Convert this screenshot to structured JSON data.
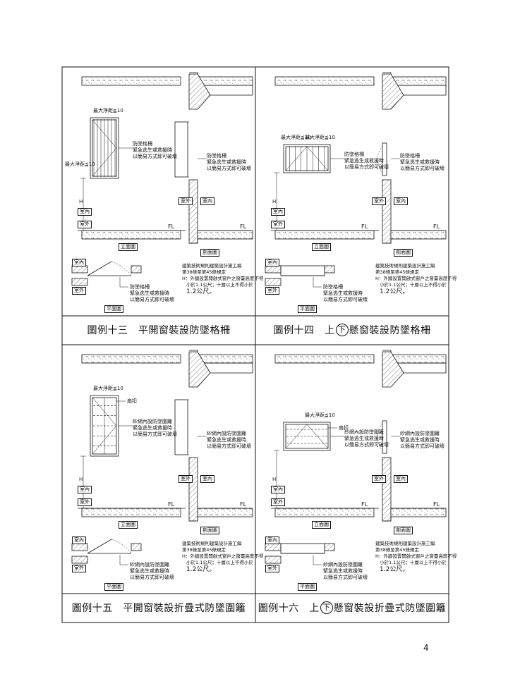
{
  "page_number": "4",
  "panels": [
    {
      "id": "p13",
      "caption_pre": "圖例十三　平開窗裝設防墜格柵",
      "caption_circle": "",
      "caption_post": "",
      "elev_note": "防墜格柵\n緊急逃生或救援時\n以簡易方式即可破壞",
      "sect_note": "防墜格柵\n緊急逃生或救援時\n以簡易方式即可破壞",
      "plan_note": "防墜格柵\n緊急逃生或救援時\n以簡易方式即可破壞",
      "elev_dim_top": "最大淨距≦10",
      "elev_dim_bot": "最大淨距≦10",
      "extra_label": ""
    },
    {
      "id": "p14",
      "caption_pre": "圖例十四　上",
      "caption_circle": "下",
      "caption_post": "懸窗裝設防墜格柵",
      "elev_note": "防墜格柵\n緊急逃生或救援時\n以簡易方式即可破壞",
      "sect_note": "防墜格柵\n緊急逃生或救援時\n以簡易方式即可破壞",
      "plan_note": "防墜格柵\n緊急逃生或救援時\n以簡易方式即可破壞",
      "elev_dim_top": "最大淨距≦10",
      "elev_dim_bot": "最大淨距≦10",
      "extra_label": ""
    },
    {
      "id": "p15",
      "caption_pre": "圖例十五　平開窗裝設折疊式防墜圍籬",
      "caption_circle": "",
      "caption_post": "",
      "elev_note": "紗網內設防墜圍籬\n緊急逃生或救援時\n以簡易方式即可破壞",
      "sect_note": "紗網內設防墜圍籬\n緊急逃生或救援時\n以簡易方式即可破壞",
      "plan_note": "紗網內設防墜圍籬\n緊急逃生或救援時\n以簡易方式即可破壞",
      "elev_dim_top": "最大淨距≦10",
      "elev_dim_bot": "",
      "extra_label": "扇扣"
    },
    {
      "id": "p16",
      "caption_pre": "圖例十六　上",
      "caption_circle": "下",
      "caption_post": "懸窗裝設折疊式防墜圍籬",
      "elev_note": "紗網內設防墜圍籬\n緊急逃生或救援時\n以簡易方式即可破壞",
      "sect_note": "紗網內設防墜圍籬\n緊急逃生或救援時\n以簡易方式即可破壞",
      "plan_note": "紗網內設防墜圍籬\n緊急逃生或救援時\n以簡易方式即可破壞",
      "elev_dim_top": "",
      "elev_dim_bot": "最大淨距≦10",
      "extra_label": "扇扣"
    }
  ],
  "common": {
    "indoor": "室內",
    "outdoor": "室外",
    "fl": "FL",
    "h_mark": "H",
    "elevation_view": "立面圖",
    "section_view": "剖面圖",
    "plan_view": "平面圖",
    "regulation_note_l1": "建築技術規則建築設計施工編",
    "regulation_note_l2": "第38條至第45條規定",
    "regulation_note_l3": "H：外牆設置開啟式窗戶之窗臺高度不得",
    "regulation_note_l4": "小於1.1公尺；十層以上不得小於",
    "regulation_note_l5": "1.2公尺。"
  }
}
